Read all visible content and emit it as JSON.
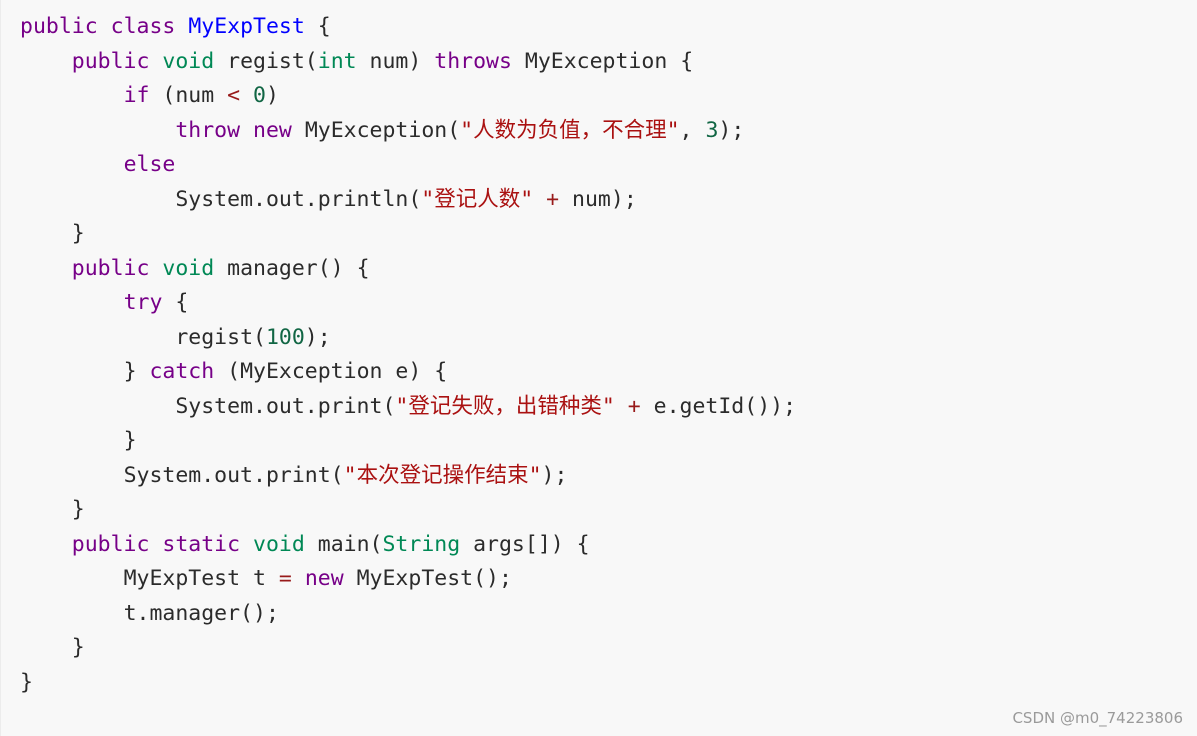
{
  "code": {
    "language": "java",
    "lines": [
      {
        "indent": 0,
        "tokens": [
          [
            "kw",
            "public"
          ],
          [
            "plain",
            " "
          ],
          [
            "kw",
            "class"
          ],
          [
            "plain",
            " "
          ],
          [
            "def",
            "MyExpTest"
          ],
          [
            "plain",
            " {"
          ]
        ]
      },
      {
        "indent": 1,
        "tokens": [
          [
            "kw",
            "public"
          ],
          [
            "plain",
            " "
          ],
          [
            "type",
            "void"
          ],
          [
            "plain",
            " regist("
          ],
          [
            "type",
            "int"
          ],
          [
            "plain",
            " num) "
          ],
          [
            "kw",
            "throws"
          ],
          [
            "plain",
            " MyException {"
          ]
        ]
      },
      {
        "indent": 2,
        "tokens": [
          [
            "kw",
            "if"
          ],
          [
            "plain",
            " (num "
          ],
          [
            "op",
            "<"
          ],
          [
            "plain",
            " "
          ],
          [
            "num",
            "0"
          ],
          [
            "plain",
            ")"
          ]
        ]
      },
      {
        "indent": 3,
        "tokens": [
          [
            "kw",
            "throw"
          ],
          [
            "plain",
            " "
          ],
          [
            "kw",
            "new"
          ],
          [
            "plain",
            " MyException("
          ],
          [
            "str",
            "\"人数为负值，不合理\""
          ],
          [
            "plain",
            ", "
          ],
          [
            "num",
            "3"
          ],
          [
            "plain",
            ");"
          ]
        ]
      },
      {
        "indent": 2,
        "tokens": [
          [
            "kw",
            "else"
          ]
        ]
      },
      {
        "indent": 3,
        "tokens": [
          [
            "plain",
            "System.out.println("
          ],
          [
            "str",
            "\"登记人数\""
          ],
          [
            "plain",
            " "
          ],
          [
            "op",
            "+"
          ],
          [
            "plain",
            " num);"
          ]
        ]
      },
      {
        "indent": 1,
        "tokens": [
          [
            "plain",
            "}"
          ]
        ]
      },
      {
        "indent": 1,
        "tokens": [
          [
            "kw",
            "public"
          ],
          [
            "plain",
            " "
          ],
          [
            "type",
            "void"
          ],
          [
            "plain",
            " manager() {"
          ]
        ]
      },
      {
        "indent": 2,
        "tokens": [
          [
            "kw",
            "try"
          ],
          [
            "plain",
            " {"
          ]
        ]
      },
      {
        "indent": 3,
        "tokens": [
          [
            "plain",
            "regist("
          ],
          [
            "num",
            "100"
          ],
          [
            "plain",
            ");"
          ]
        ]
      },
      {
        "indent": 2,
        "tokens": [
          [
            "plain",
            "} "
          ],
          [
            "kw",
            "catch"
          ],
          [
            "plain",
            " (MyException e) {"
          ]
        ]
      },
      {
        "indent": 3,
        "tokens": [
          [
            "plain",
            "System.out.print("
          ],
          [
            "str",
            "\"登记失败，出错种类\""
          ],
          [
            "plain",
            " "
          ],
          [
            "op",
            "+"
          ],
          [
            "plain",
            " e.getId());"
          ]
        ]
      },
      {
        "indent": 2,
        "tokens": [
          [
            "plain",
            "}"
          ]
        ]
      },
      {
        "indent": 2,
        "tokens": [
          [
            "plain",
            "System.out.print("
          ],
          [
            "str",
            "\"本次登记操作结束\""
          ],
          [
            "plain",
            ");"
          ]
        ]
      },
      {
        "indent": 1,
        "tokens": [
          [
            "plain",
            "}"
          ]
        ]
      },
      {
        "indent": 1,
        "tokens": [
          [
            "kw",
            "public"
          ],
          [
            "plain",
            " "
          ],
          [
            "kw",
            "static"
          ],
          [
            "plain",
            " "
          ],
          [
            "type",
            "void"
          ],
          [
            "plain",
            " main("
          ],
          [
            "type",
            "String"
          ],
          [
            "plain",
            " args[]) {"
          ]
        ]
      },
      {
        "indent": 2,
        "tokens": [
          [
            "plain",
            "MyExpTest t "
          ],
          [
            "op",
            "="
          ],
          [
            "plain",
            " "
          ],
          [
            "kw",
            "new"
          ],
          [
            "plain",
            " MyExpTest();"
          ]
        ]
      },
      {
        "indent": 2,
        "tokens": [
          [
            "plain",
            "t.manager();"
          ]
        ]
      },
      {
        "indent": 1,
        "tokens": [
          [
            "plain",
            "}"
          ]
        ]
      },
      {
        "indent": 0,
        "tokens": [
          [
            "plain",
            "}"
          ]
        ]
      }
    ]
  },
  "watermark": "CSDN @m0_74223806"
}
